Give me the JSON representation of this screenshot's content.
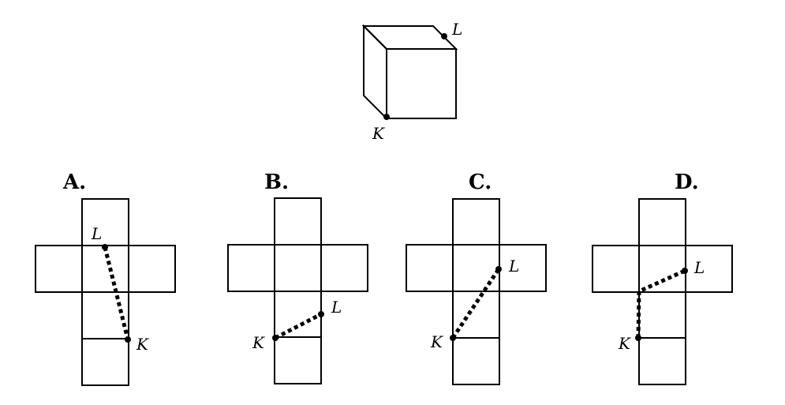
{
  "cube": {
    "point_top": "L",
    "point_bottom": "K"
  },
  "options": [
    {
      "letter": "A.",
      "point_l": "L",
      "point_k": "K"
    },
    {
      "letter": "B.",
      "point_l": "L",
      "point_k": "K"
    },
    {
      "letter": "C.",
      "point_l": "L",
      "point_k": "K"
    },
    {
      "letter": "D.",
      "point_l": "L",
      "point_k": "K"
    }
  ]
}
